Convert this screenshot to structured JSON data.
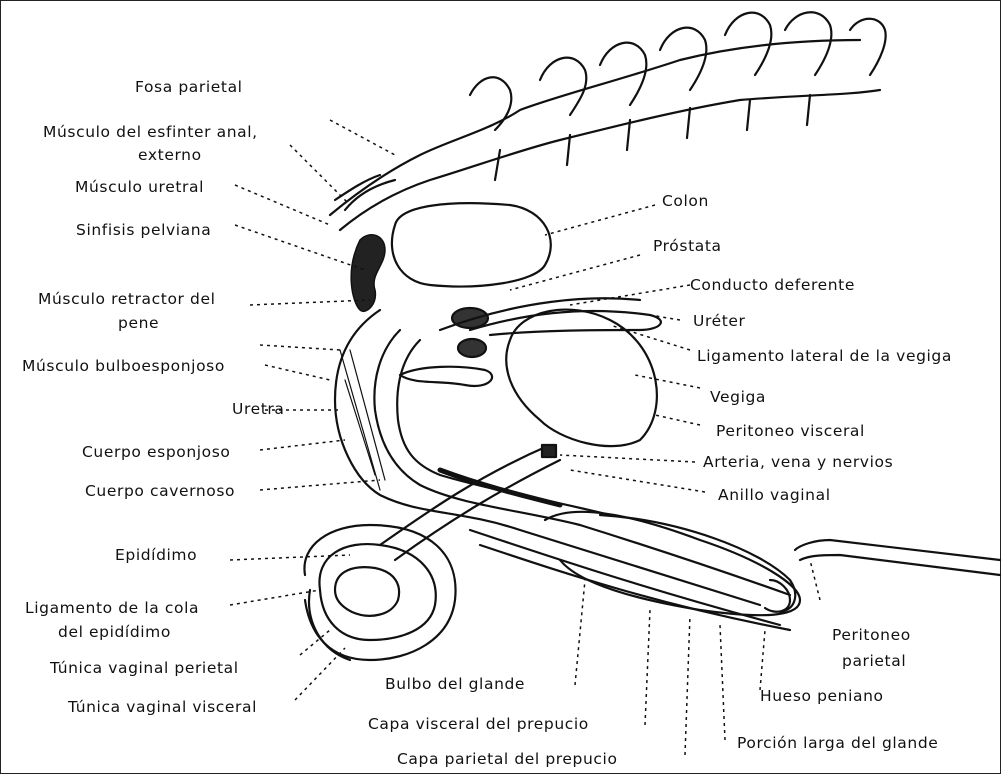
{
  "labels": {
    "fosa_parietal": "Fosa parietal",
    "musculo_esfinter_1": "Músculo del esfinter anal,",
    "musculo_esfinter_2": "externo",
    "musculo_uretral": "Músculo uretral",
    "sinfisis_pelviana": "Sinfisis pelviana",
    "musculo_retractor_1": "Músculo retractor del",
    "musculo_retractor_2": "pene",
    "musculo_bulboesponjoso": "Músculo bulboesponjoso",
    "uretra": "Uretra",
    "cuerpo_esponjoso": "Cuerpo esponjoso",
    "cuerpo_cavernoso": "Cuerpo cavernoso",
    "epididimo": "Epidídimo",
    "ligamento_cola_1": "Ligamento de la cola",
    "ligamento_cola_2": "del epidídimo",
    "tunica_parietal": "Túnica vaginal perietal",
    "tunica_visceral": "Túnica vaginal visceral",
    "colon": "Colon",
    "prostata": "Próstata",
    "conducto_deferente": "Conducto deferente",
    "ureter": "Uréter",
    "ligamento_lateral": "Ligamento lateral de la vegiga",
    "vegiga": "Vegiga",
    "peritoneo_visceral": "Peritoneo visceral",
    "arteria_vena": "Arteria, vena y nervios",
    "anillo_vaginal": "Anillo vaginal",
    "peritoneo_parietal_1": "Peritoneo",
    "peritoneo_parietal_2": "parietal",
    "bulbo_glande": "Bulbo del glande",
    "hueso_peniano": "Hueso peniano",
    "capa_visceral": "Capa visceral del prepucio",
    "porcion_larga": "Porción larga del glande",
    "capa_parietal": "Capa parietal del prepucio"
  },
  "colors": {
    "ink": "#111111",
    "paper": "#ffffff"
  }
}
